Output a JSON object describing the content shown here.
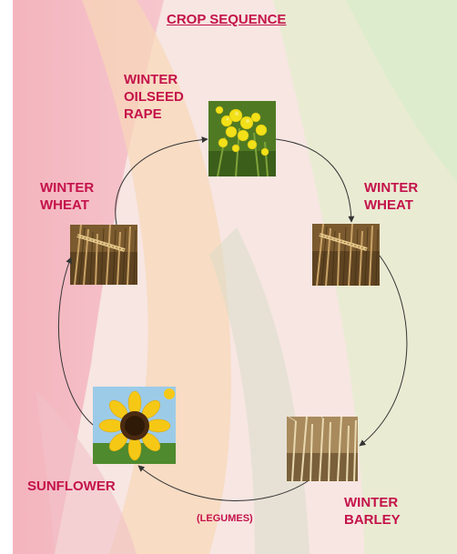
{
  "diagram": {
    "title": "CROP SEQUENCE",
    "crops": {
      "oilseed_rape": {
        "label_lines": [
          "WINTER",
          "OILSEED",
          "RAPE"
        ]
      },
      "wheat_left": {
        "label_lines": [
          "WINTER",
          "WHEAT"
        ]
      },
      "wheat_right": {
        "label_lines": [
          "WINTER",
          "WHEAT"
        ]
      },
      "barley": {
        "label_lines": [
          "WINTER",
          "BARLEY"
        ]
      },
      "sunflower": {
        "label_lines": [
          "SUNFLOWER"
        ]
      }
    },
    "legumes_note": "(LEGUMES)",
    "sequence_order": [
      "WINTER OILSEED RAPE",
      "WINTER WHEAT",
      "WINTER BARLEY",
      "SUNFLOWER",
      "WINTER WHEAT"
    ],
    "colors": {
      "label_text": "#c4124a",
      "arrow": "#333333"
    }
  }
}
